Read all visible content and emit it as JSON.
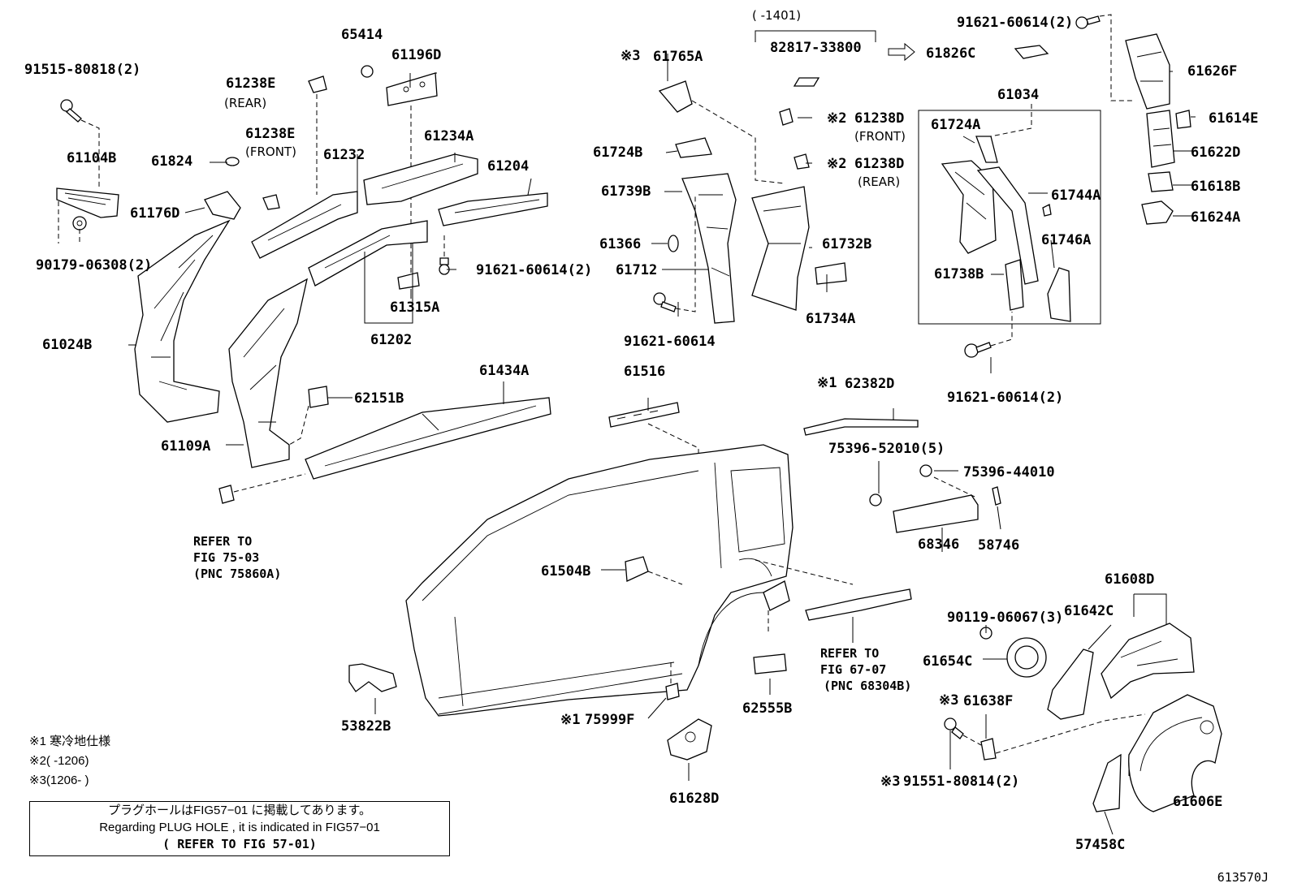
{
  "figure_id": "613570J",
  "parts": [
    {
      "id": "p1",
      "number": "91515-80818(2)"
    },
    {
      "id": "p2",
      "number": "61104B"
    },
    {
      "id": "p3",
      "number": "90179-06308(2)"
    },
    {
      "id": "p4",
      "number": "61824"
    },
    {
      "id": "p5",
      "number": "61176D"
    },
    {
      "id": "p6",
      "number": "61024B"
    },
    {
      "id": "p7",
      "number": "61238E",
      "note": "(REAR)"
    },
    {
      "id": "p8",
      "number": "61238E",
      "note": "(FRONT)"
    },
    {
      "id": "p9",
      "number": "61232"
    },
    {
      "id": "p10",
      "number": "65414"
    },
    {
      "id": "p11",
      "number": "61196D"
    },
    {
      "id": "p12",
      "number": "61234A"
    },
    {
      "id": "p13",
      "number": "61204"
    },
    {
      "id": "p14",
      "number": "91621-60614(2)"
    },
    {
      "id": "p15",
      "number": "61315A"
    },
    {
      "id": "p16",
      "number": "61202"
    },
    {
      "id": "p17",
      "number": "61109A"
    },
    {
      "id": "p18",
      "number": "62151B"
    },
    {
      "id": "p19",
      "number": "61434A"
    },
    {
      "id": "p20",
      "number": "61765A",
      "mark": "※3"
    },
    {
      "id": "p21",
      "number": "61724B"
    },
    {
      "id": "p22",
      "number": "61739B"
    },
    {
      "id": "p23",
      "number": "61366"
    },
    {
      "id": "p24",
      "number": "61712"
    },
    {
      "id": "p25",
      "number": "91621-60614"
    },
    {
      "id": "p26",
      "number": "82817-33800",
      "note": "(      -1401)"
    },
    {
      "id": "p27",
      "number": "61238D",
      "mark": "※2",
      "note": "(FRONT)"
    },
    {
      "id": "p28",
      "number": "61238D",
      "mark": "※2",
      "note": "(REAR)"
    },
    {
      "id": "p29",
      "number": "61732B"
    },
    {
      "id": "p30",
      "number": "61734A"
    },
    {
      "id": "p31",
      "number": "61826C"
    },
    {
      "id": "p32",
      "number": "61034"
    },
    {
      "id": "p33",
      "number": "61724A"
    },
    {
      "id": "p34",
      "number": "61744A"
    },
    {
      "id": "p35",
      "number": "61746A"
    },
    {
      "id": "p36",
      "number": "61738B"
    },
    {
      "id": "p37",
      "number": "91621-60614(2)"
    },
    {
      "id": "p38",
      "number": "91621-60614(2)"
    },
    {
      "id": "p39",
      "number": "61626F"
    },
    {
      "id": "p40",
      "number": "61614E"
    },
    {
      "id": "p41",
      "number": "61622D"
    },
    {
      "id": "p42",
      "number": "61618B"
    },
    {
      "id": "p43",
      "number": "61624A"
    },
    {
      "id": "p44",
      "number": "61516"
    },
    {
      "id": "p45",
      "number": "62382D",
      "mark": "※1"
    },
    {
      "id": "p46",
      "number": "75396-52010(5)"
    },
    {
      "id": "p47",
      "number": "75396-44010"
    },
    {
      "id": "p48",
      "number": "58746"
    },
    {
      "id": "p49",
      "number": "68346"
    },
    {
      "id": "p50",
      "number": "61504B"
    },
    {
      "id": "p51",
      "number": "53822B"
    },
    {
      "id": "p52",
      "number": "75999F",
      "mark": "※1"
    },
    {
      "id": "p53",
      "number": "61628D"
    },
    {
      "id": "p54",
      "number": "62555B"
    },
    {
      "id": "p55",
      "number": "90119-06067(3)"
    },
    {
      "id": "p56",
      "number": "61654C"
    },
    {
      "id": "p57",
      "number": "61638F",
      "mark": "※3"
    },
    {
      "id": "p58",
      "number": "91551-80814(2)",
      "mark": "※3"
    },
    {
      "id": "p59",
      "number": "61608D"
    },
    {
      "id": "p60",
      "number": "61642C"
    },
    {
      "id": "p61",
      "number": "61606E"
    },
    {
      "id": "p62",
      "number": "57458C"
    }
  ],
  "references": [
    {
      "id": "r1",
      "lines": [
        "REFER TO",
        "FIG 75-03",
        "(PNC 75860A)"
      ]
    },
    {
      "id": "r2",
      "lines": [
        "REFER TO",
        "FIG 67-07",
        "(PNC 68304B)"
      ]
    }
  ],
  "legend": [
    {
      "mark": "※1",
      "text": "寒冷地仕様"
    },
    {
      "mark": "※2",
      "text": "(     -1206)"
    },
    {
      "mark": "※3",
      "text": "(1206-     )"
    }
  ],
  "note_box": {
    "line1": "プラグホールはFIG57−01 に掲載してあります。",
    "line2": "Regarding PLUG HOLE , it is indicated in FIG57−01",
    "line3": "(  REFER TO FIG 57-01)"
  }
}
